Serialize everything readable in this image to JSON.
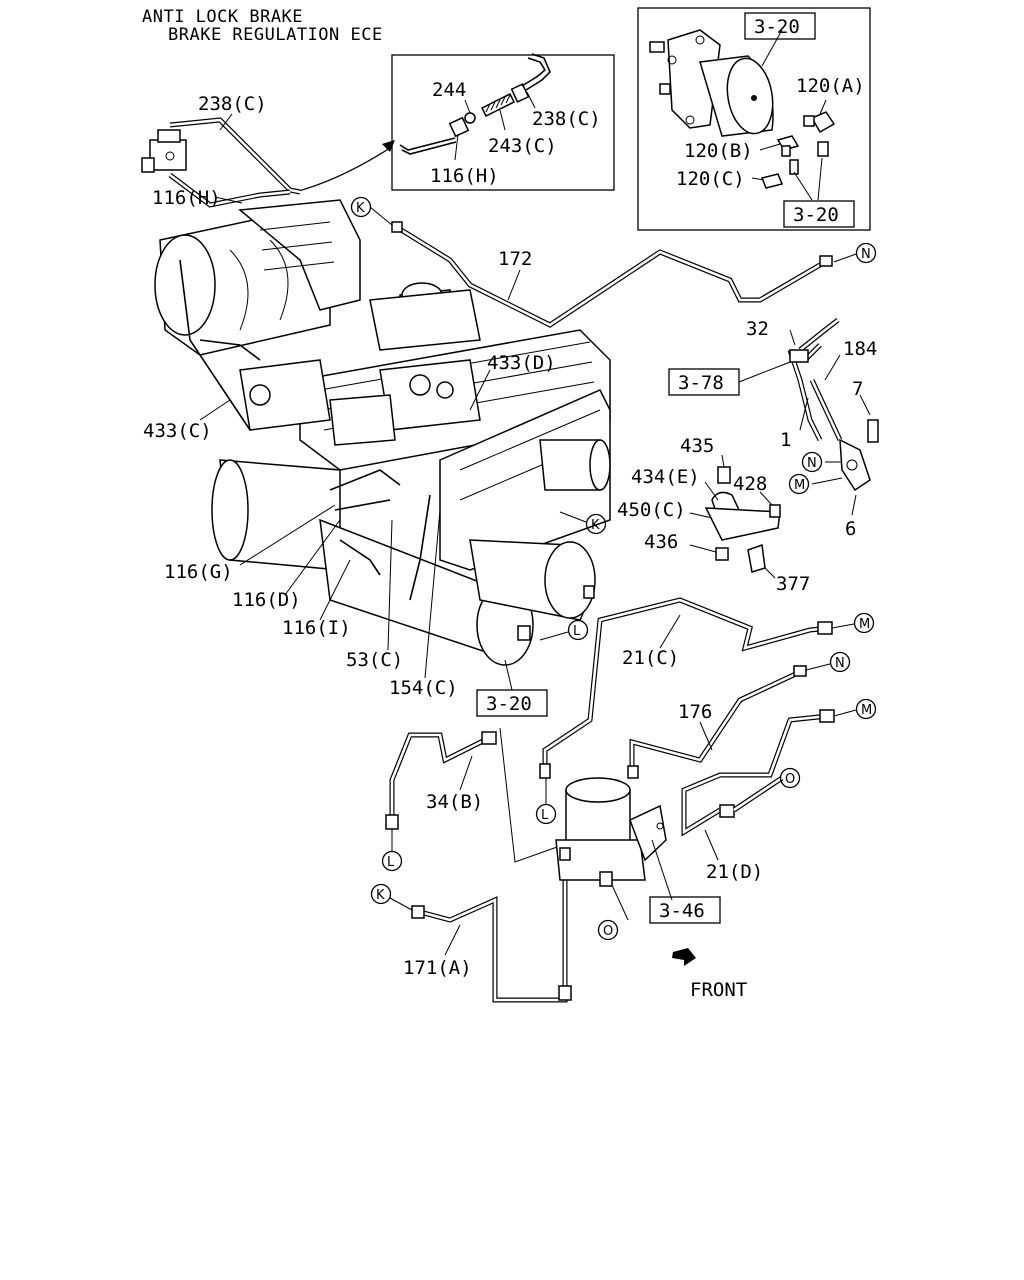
{
  "title": {
    "line1": "ANTI LOCK BRAKE",
    "line2": "BRAKE REGULATION ECE"
  },
  "part_labels": {
    "p238c_main": "238(C)",
    "p116h_main": "116(H)",
    "p244": "244",
    "p238c_inset": "238(C)",
    "p243c": "243(C)",
    "p116h_inset": "116(H)",
    "p120a": "120(A)",
    "p120b": "120(B)",
    "p120c": "120(C)",
    "p172": "172",
    "p32": "32",
    "p184": "184",
    "p433d": "433(D)",
    "p433c": "433(C)",
    "p7": "7",
    "p1": "1",
    "p435": "435",
    "p434e": "434(E)",
    "p428": "428",
    "p450c": "450(C)",
    "p6": "6",
    "p436": "436",
    "p377": "377",
    "p116g": "116(G)",
    "p116d": "116(D)",
    "p116i": "116(I)",
    "p53c": "53(C)",
    "p154c": "154(C)",
    "p21c": "21(C)",
    "p176": "176",
    "p34b": "34(B)",
    "p21d": "21(D)",
    "p171a": "171(A)",
    "front": "FRONT"
  },
  "reference_boxes": {
    "inset_top": "3-20",
    "inset_bottom": "3-20",
    "ref_378": "3-78",
    "ref_320_main": "3-20",
    "ref_346": "3-46"
  },
  "connector_markers": {
    "K": "K",
    "N": "N",
    "M": "M",
    "L": "L",
    "O": "O"
  }
}
